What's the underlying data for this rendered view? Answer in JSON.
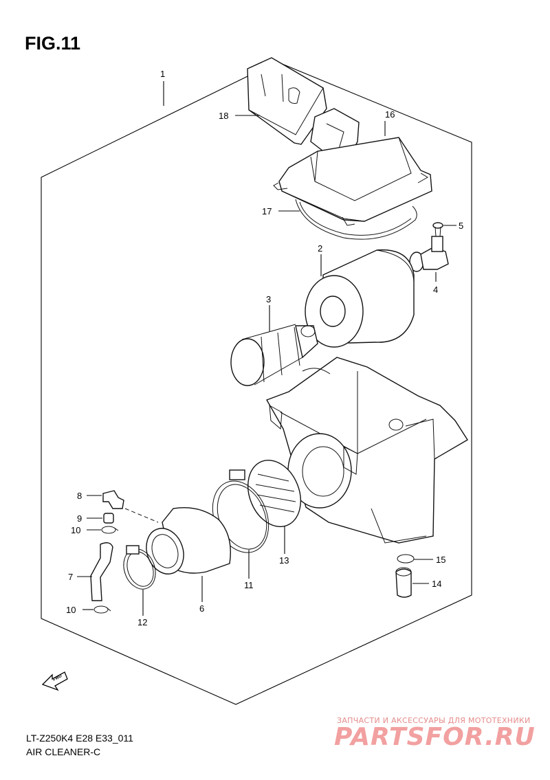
{
  "figure_title": "FIG.11",
  "footer": {
    "model_code": "LT-Z250K4 E28 E33_011",
    "section_name": "AIR CLEANER-C"
  },
  "fwd_label": "FWD",
  "watermark": {
    "tagline": "ЗАПЧАСТИ И АКСЕССУАРЫ ДЛЯ МОТОТЕХНИКИ",
    "brand": "PARTSFOR.RU"
  },
  "callouts": {
    "c1": "1",
    "c2": "2",
    "c3": "3",
    "c4": "4",
    "c5": "5",
    "c6": "6",
    "c7": "7",
    "c8": "8",
    "c9": "9",
    "c10a": "10",
    "c10b": "10",
    "c11": "11",
    "c12": "12",
    "c13": "13",
    "c14": "14",
    "c15": "15",
    "c16": "16",
    "c17": "17",
    "c18": "18"
  },
  "colors": {
    "line": "#000000",
    "watermark": "#f2a0a0"
  }
}
